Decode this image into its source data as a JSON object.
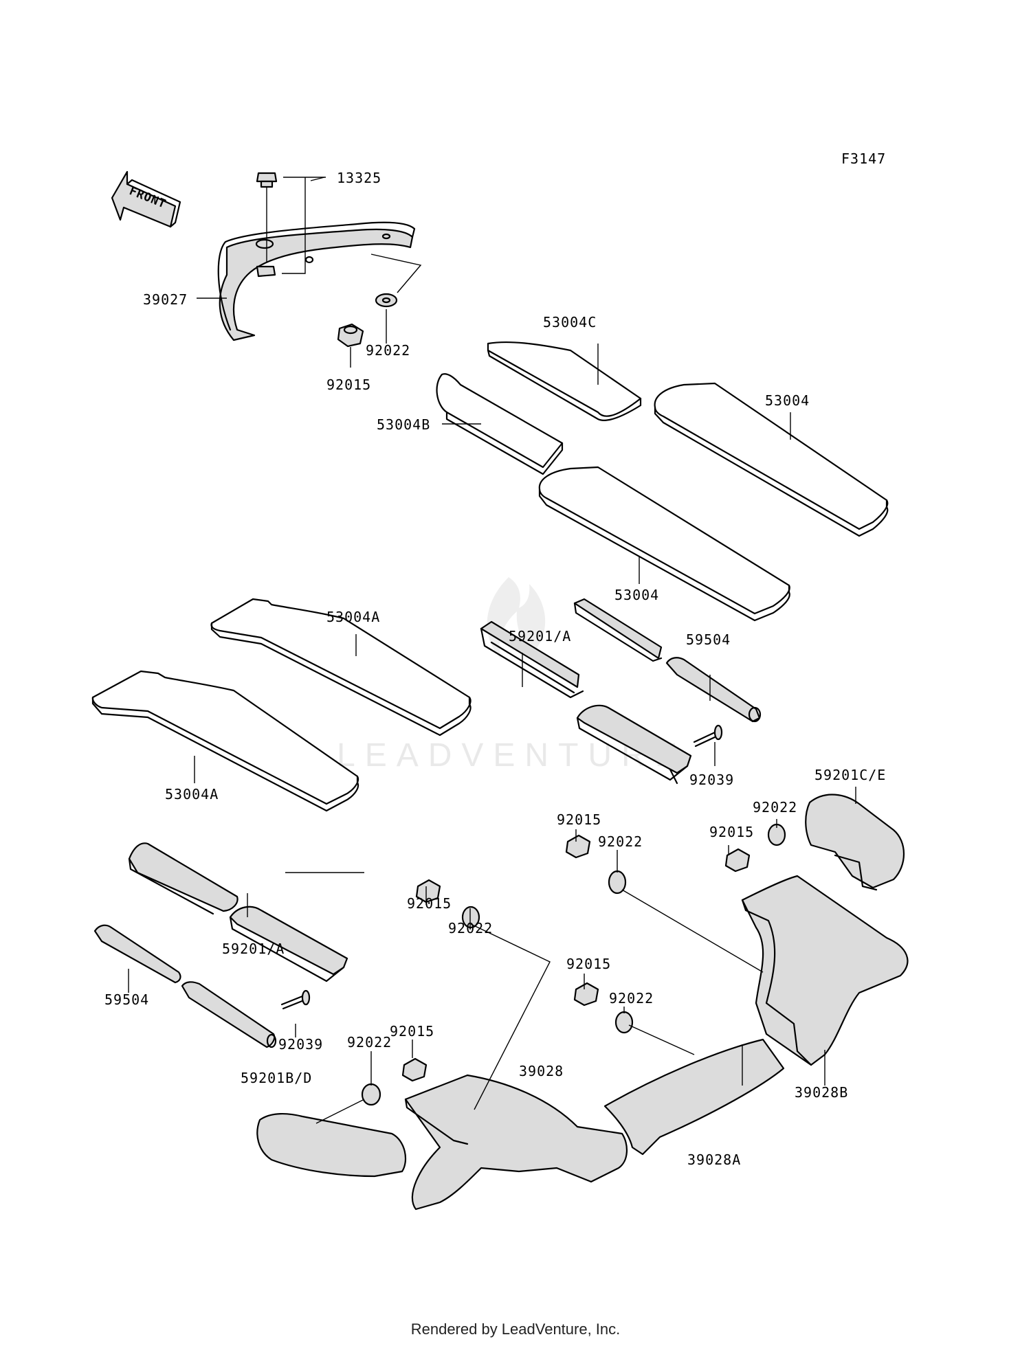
{
  "figure_code": "F3147",
  "front_label": "FRONT",
  "watermark": "LEADVENTURE",
  "footer": "Rendered by LeadVenture, Inc.",
  "callouts": {
    "c13325": "13325",
    "c39027": "39027",
    "c92022_a": "92022",
    "c92015_a": "92015",
    "c53004C": "53004C",
    "c53004B": "53004B",
    "c53004_a": "53004",
    "c53004_b": "53004",
    "c53004A_a": "53004A",
    "c53004A_b": "53004A",
    "c59201A_a": "59201/A",
    "c59504_a": "59504",
    "c92039_a": "92039",
    "c59201CE": "59201C/E",
    "c92022_b": "92022",
    "c92015_b": "92015",
    "c92015_c": "92015",
    "c92022_c": "92022",
    "c92015_d": "92015",
    "c92022_d": "92022",
    "c92015_e": "92015",
    "c92022_e": "92022",
    "c92015_f": "92015",
    "c92022_f": "92022",
    "c59201A_b": "59201/A",
    "c59504_b": "59504",
    "c92039_b": "92039",
    "c59201BD": "59201B/D",
    "c39028": "39028",
    "c39028A": "39028A",
    "c39028B": "39028B"
  }
}
